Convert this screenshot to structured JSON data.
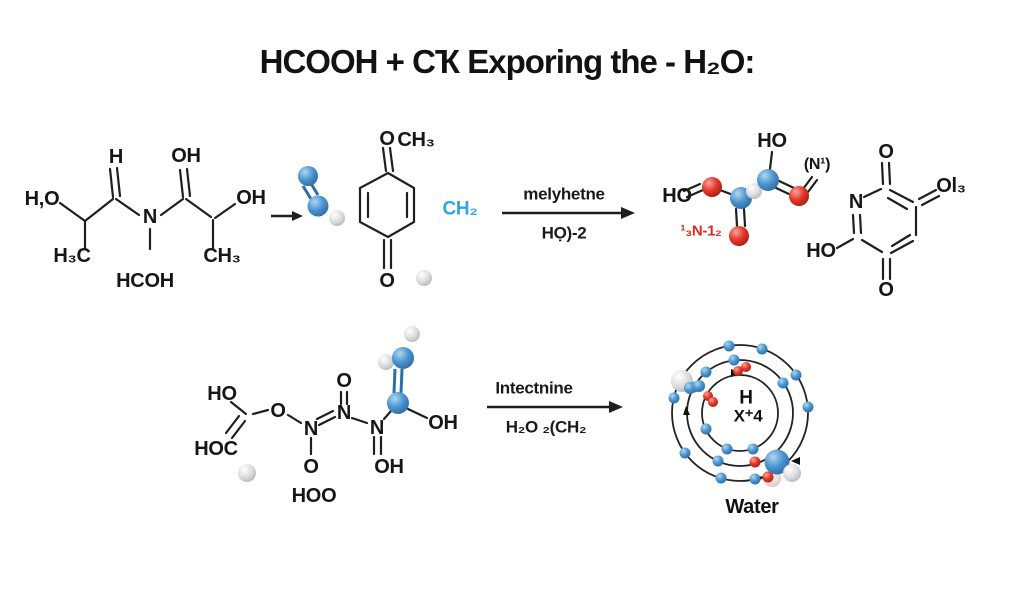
{
  "title": "HCOOH + CҠ  Exporing the - H₂O:",
  "colors": {
    "ink": "#1f1f1f",
    "blue_sphere": "#4a93cf",
    "red_sphere": "#e23527",
    "gray_sphere": "#d8d8dc",
    "cyan_text": "#29a9de",
    "red_text": "#dd2b1c"
  },
  "row1": {
    "molecule_a": {
      "h": "H",
      "oh_top": "OH",
      "h3o": "H,O",
      "oh_right": "OH",
      "n": "N",
      "h3c": "H₃C",
      "ch3": "CH₃",
      "hcoh": "HCOH"
    },
    "quinone": {
      "o_top": "O",
      "ch3_top": "CH₃",
      "o_bottom": "O",
      "ch2": "CH₂"
    },
    "arrow1": {
      "top": "melyhetne",
      "bottom": "HỌ)-2"
    },
    "ballstick": {
      "ho_top": "HO",
      "n1": "(N¹)",
      "ho_left": "HO",
      "red_label": "¹₃N-1₂"
    },
    "ring": {
      "n": "N",
      "o_top": "O",
      "ol3": "Ol₃",
      "ho": "HO",
      "o_bottom": "O"
    }
  },
  "row2": {
    "molecule_b": {
      "ho": "HO",
      "o_bridge": "O",
      "n_left": "N",
      "n_mid": "N",
      "o_top": "O",
      "n_right": "N",
      "oh_right": "OH",
      "oh_bottom": "OH",
      "o_bottom": "O",
      "hoc": "HOC",
      "hoo": "HOO"
    },
    "arrow2": {
      "top": "Intectnine",
      "bottom": "H₂O ₂(CH₂"
    },
    "atom": {
      "h": "H",
      "x4": "X⁺4",
      "caption": "Water"
    }
  }
}
